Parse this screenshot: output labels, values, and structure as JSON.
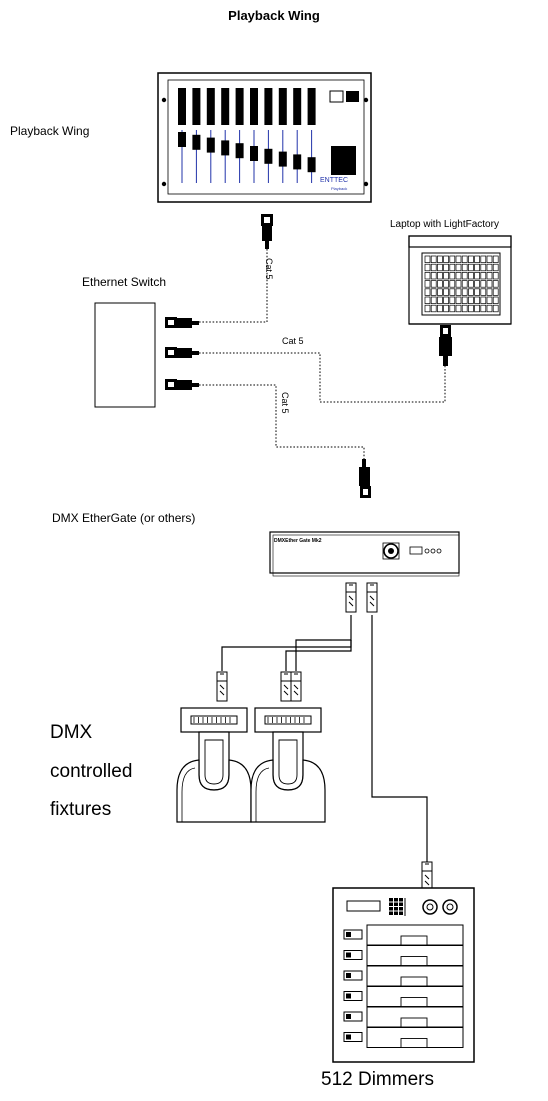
{
  "title": "Playback Wing",
  "labels": {
    "playback_wing": "Playback Wing",
    "laptop": "Laptop with LightFactory",
    "ethernet_switch": "Ethernet Switch",
    "ethergate": "DMX EtherGate (or others)",
    "fixtures_line1": "DMX",
    "fixtures_line2": "controlled",
    "fixtures_line3": "fixtures",
    "dimmers": "512 Dimmers"
  },
  "cables": {
    "wing_to_switch": "Cat 5",
    "laptop_to_switch": "Cat 5",
    "switch_to_gate": "Cat 5"
  },
  "devices": {
    "wing_brand": "ENTTEC",
    "wing_subbrand": "Playback",
    "gate_panel_text": "DMXEther Gate Mk2"
  }
}
